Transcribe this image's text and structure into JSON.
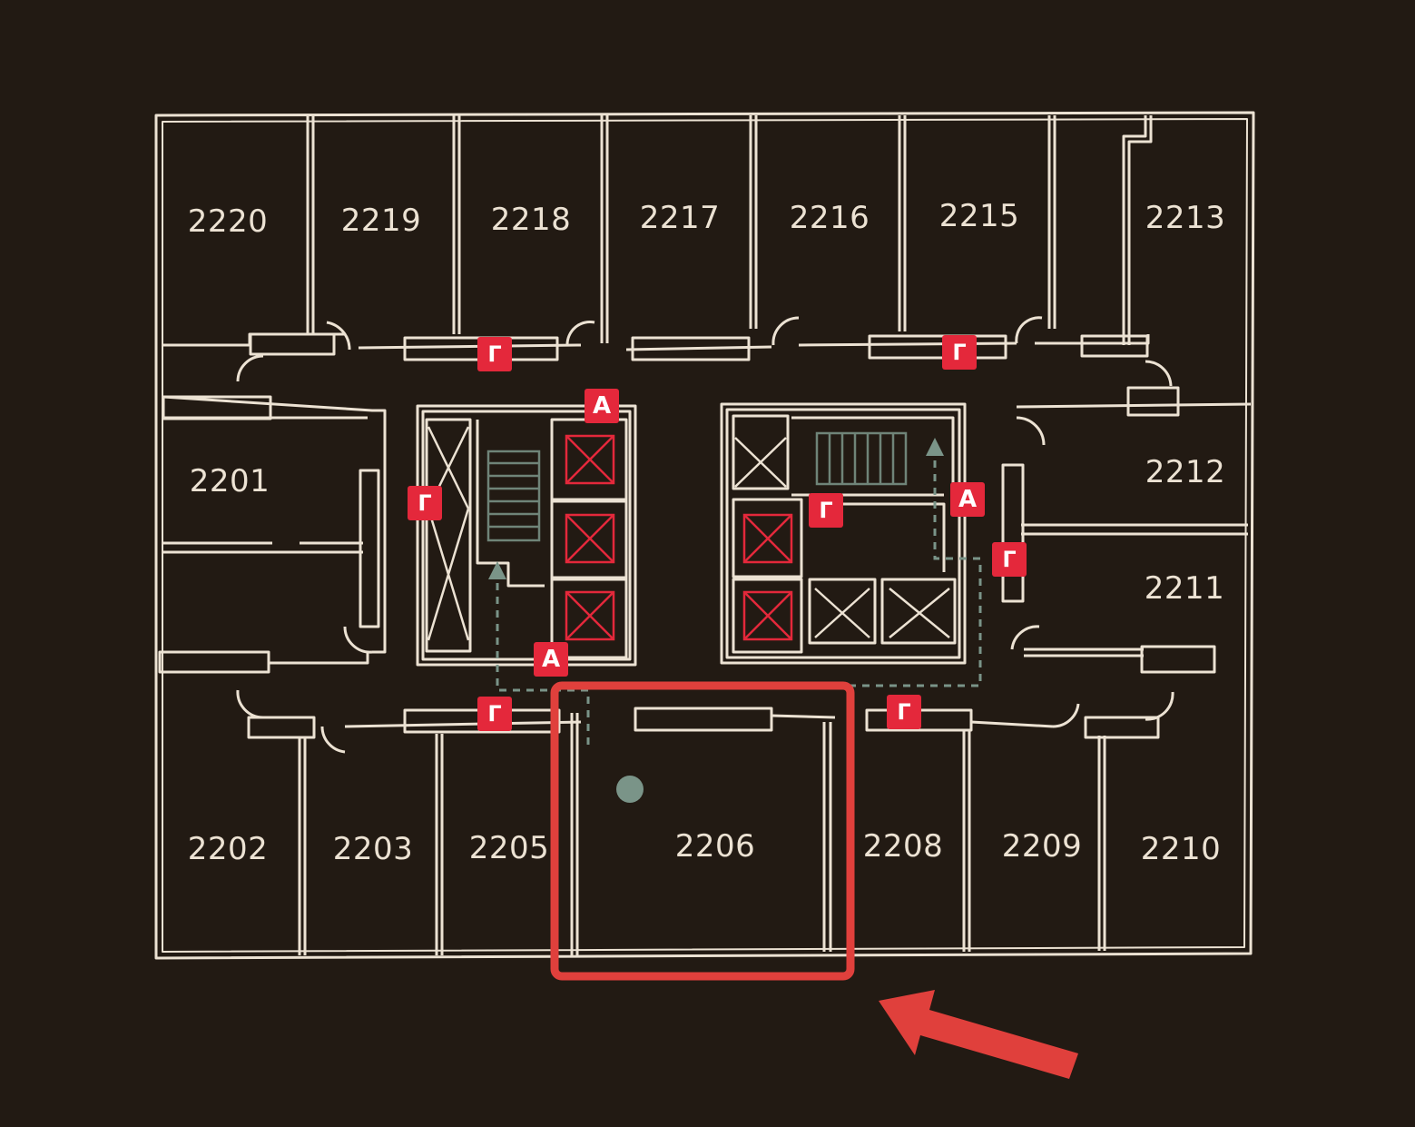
{
  "rooms": [
    {
      "number": "2220"
    },
    {
      "number": "2219"
    },
    {
      "number": "2218"
    },
    {
      "number": "2217"
    },
    {
      "number": "2216"
    },
    {
      "number": "2215"
    },
    {
      "number": "2213"
    },
    {
      "number": "2201"
    },
    {
      "number": "2212"
    },
    {
      "number": "2211"
    },
    {
      "number": "2202"
    },
    {
      "number": "2203"
    },
    {
      "number": "2205"
    },
    {
      "number": "2206"
    },
    {
      "number": "2208"
    },
    {
      "number": "2209"
    },
    {
      "number": "2210"
    }
  ],
  "signs": {
    "area_of_refuge": "A",
    "stair": "Γ"
  },
  "highlighted_room": "2206",
  "colors": {
    "background": "#221a13",
    "walls": "#ece2d3",
    "highlight": "#e0403c",
    "sign": "#e4283b",
    "stairs": "#6f8478",
    "you_are_here": "#7a9488"
  }
}
